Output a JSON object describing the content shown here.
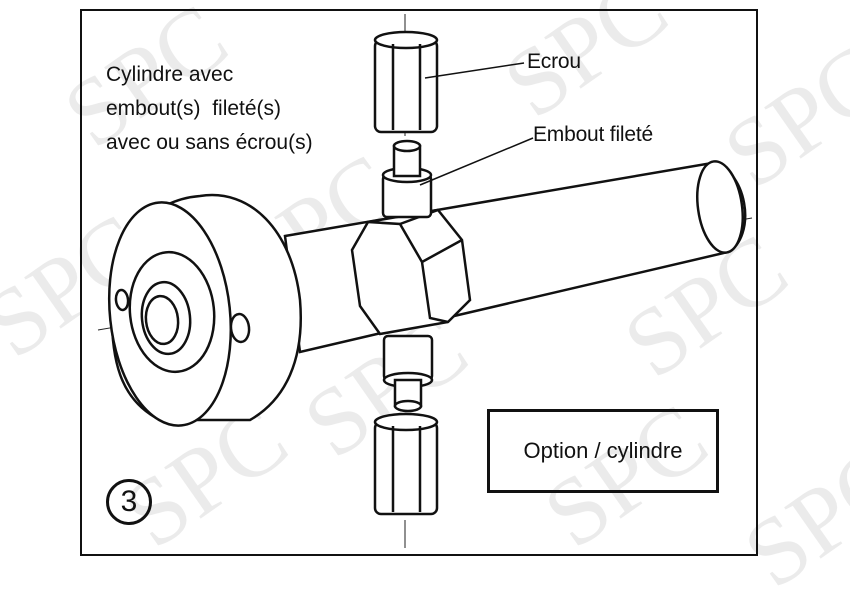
{
  "description_lines": [
    "Cylindre avec",
    "embout(s)  fileté(s)",
    "avec ou sans écrou(s)"
  ],
  "callouts": {
    "nut": "Ecrou",
    "fitting": "Embout fileté"
  },
  "option_label": "Option / cylindre",
  "step_number": "3",
  "watermark": "SPC"
}
